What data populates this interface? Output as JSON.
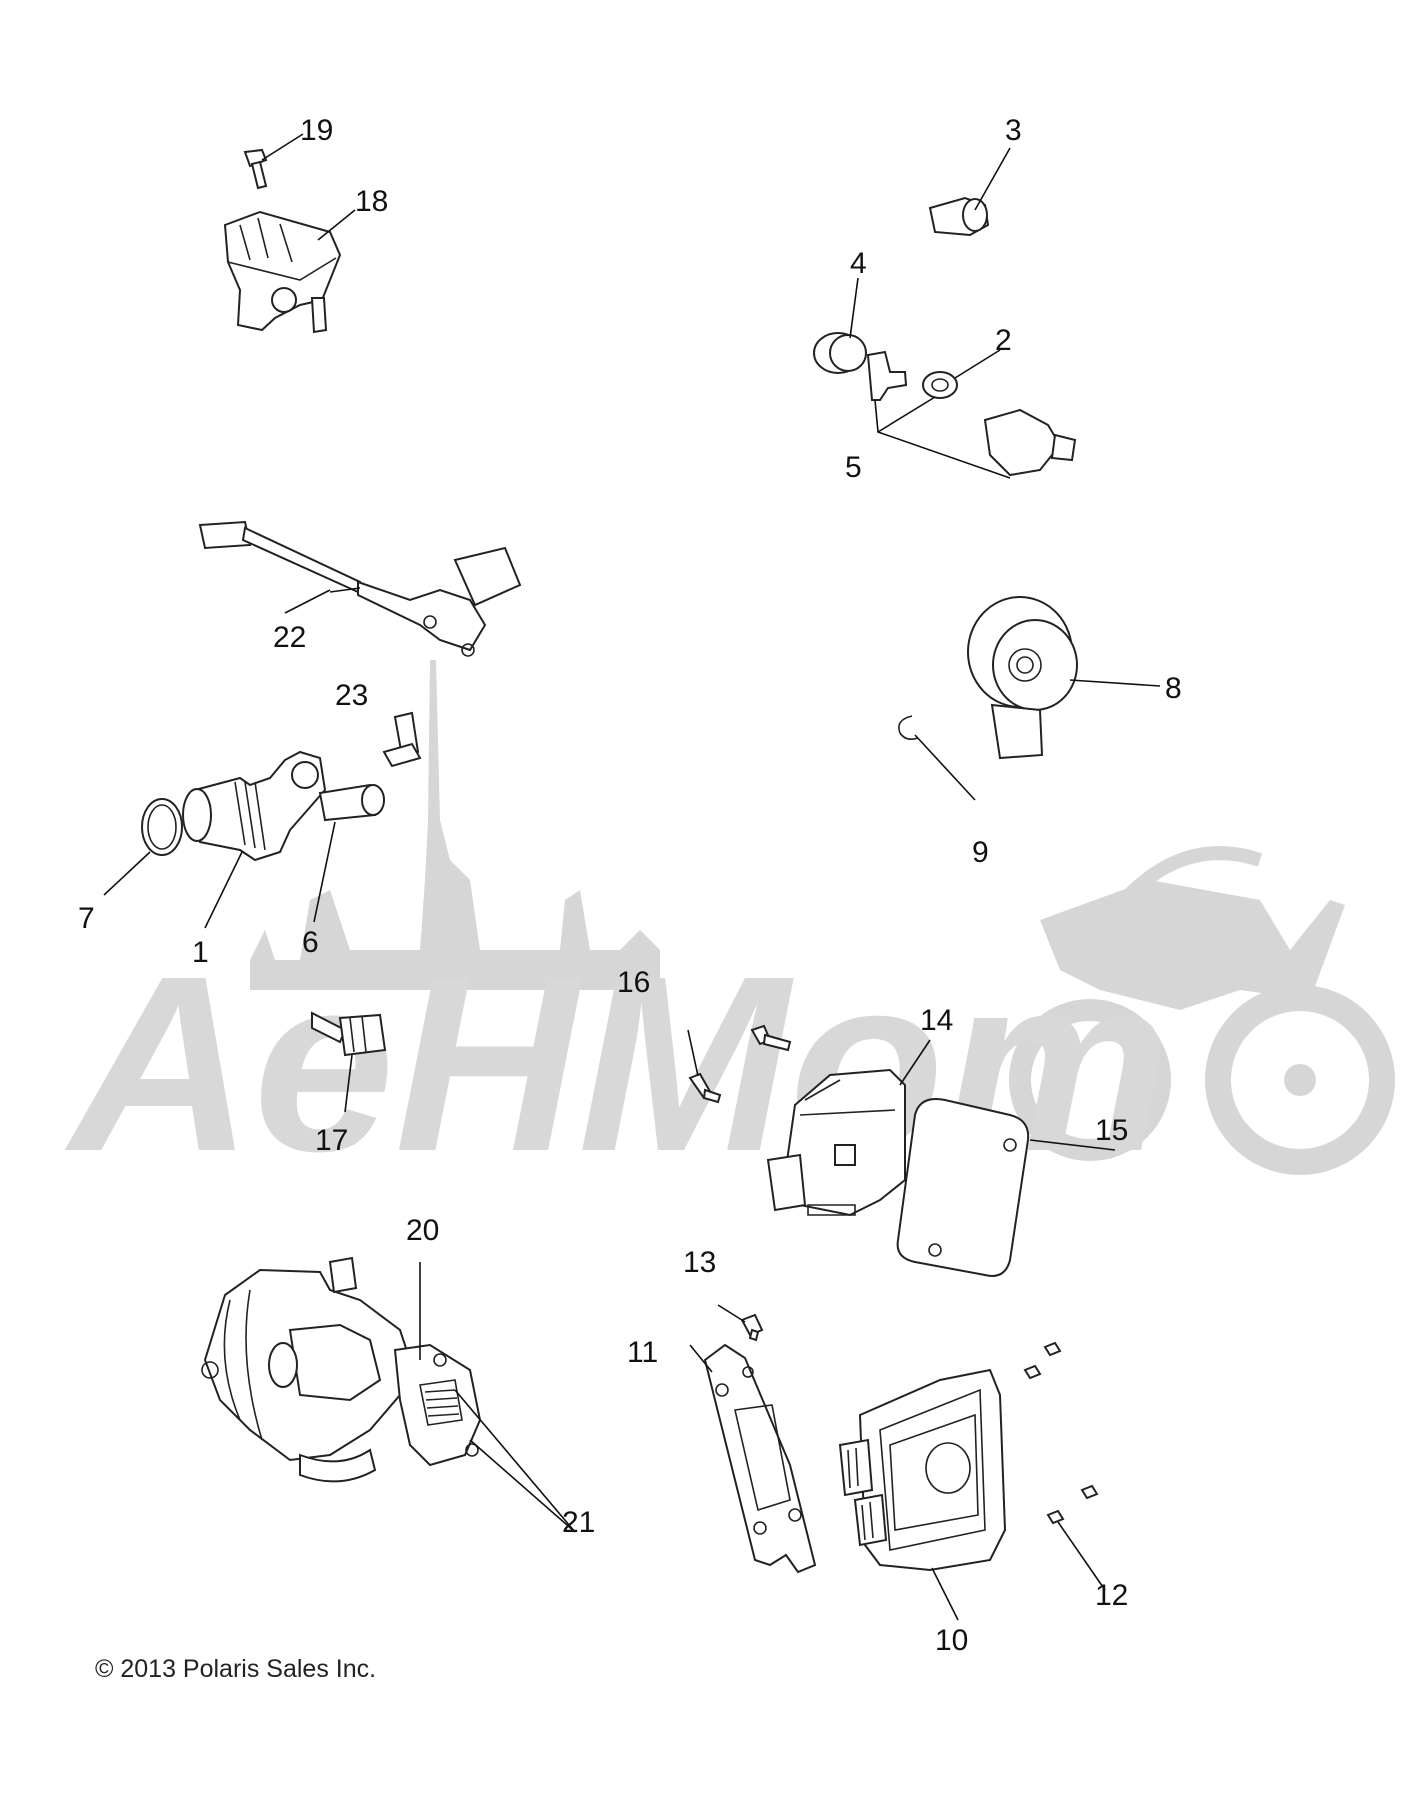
{
  "diagram": {
    "callouts": [
      {
        "id": "1",
        "label": "1"
      },
      {
        "id": "2",
        "label": "2"
      },
      {
        "id": "3",
        "label": "3"
      },
      {
        "id": "4",
        "label": "4"
      },
      {
        "id": "5",
        "label": "5"
      },
      {
        "id": "6",
        "label": "6"
      },
      {
        "id": "7",
        "label": "7"
      },
      {
        "id": "8",
        "label": "8"
      },
      {
        "id": "9",
        "label": "9"
      },
      {
        "id": "10",
        "label": "10"
      },
      {
        "id": "11",
        "label": "11"
      },
      {
        "id": "12",
        "label": "12"
      },
      {
        "id": "13",
        "label": "13"
      },
      {
        "id": "14",
        "label": "14"
      },
      {
        "id": "15",
        "label": "15"
      },
      {
        "id": "16",
        "label": "16"
      },
      {
        "id": "17",
        "label": "17"
      },
      {
        "id": "18",
        "label": "18"
      },
      {
        "id": "19",
        "label": "19"
      },
      {
        "id": "20",
        "label": "20"
      },
      {
        "id": "21",
        "label": "21"
      },
      {
        "id": "22",
        "label": "22"
      },
      {
        "id": "23",
        "label": "23"
      }
    ]
  },
  "watermark": {
    "text": "AeHMom"
  },
  "footer": {
    "copyright": "© 2013 Polaris Sales Inc."
  }
}
